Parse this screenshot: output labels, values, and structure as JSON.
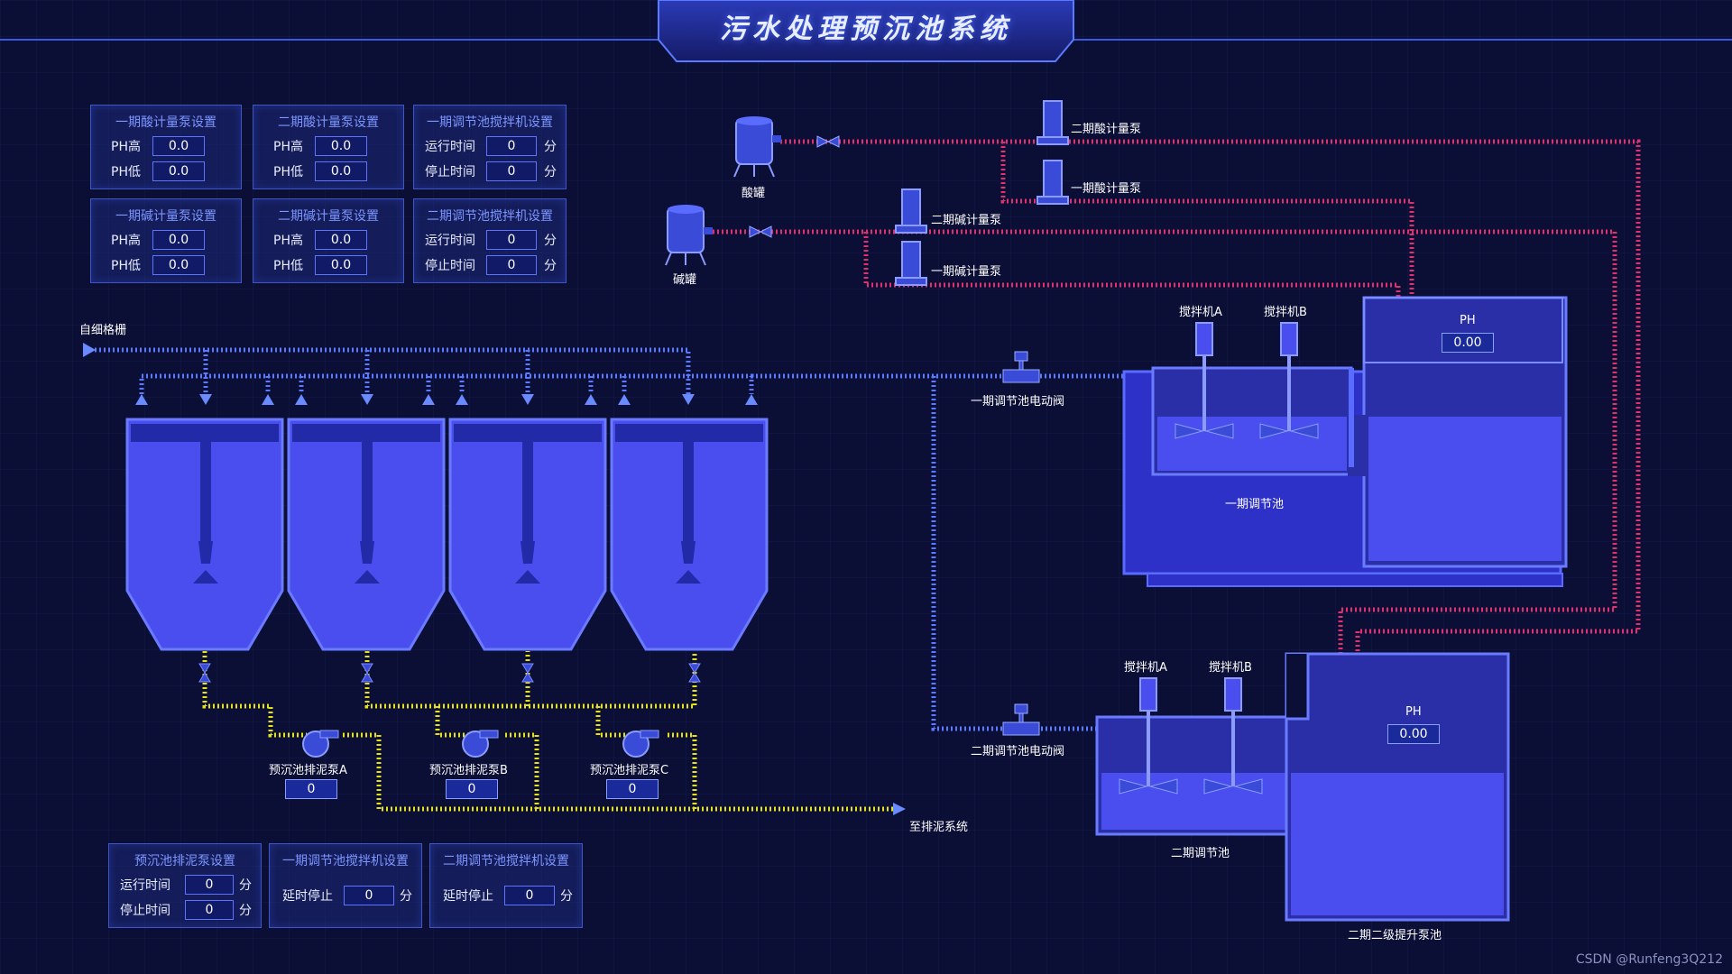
{
  "title": "污水处理预沉池系统",
  "colors": {
    "background": "#0b0e35",
    "tank_fill": "#4a4eee",
    "pipe_blue": "#5a7bff",
    "pipe_red": "#e0306e",
    "pipe_yellow": "#e6e21a",
    "panel_border": "#3f56c8"
  },
  "panels": {
    "acid1": {
      "title": "一期酸计量泵设置",
      "ph_high_label": "PH高",
      "ph_high": "0.0",
      "ph_low_label": "PH低",
      "ph_low": "0.0"
    },
    "acid2": {
      "title": "二期酸计量泵设置",
      "ph_high_label": "PH高",
      "ph_high": "0.0",
      "ph_low_label": "PH低",
      "ph_low": "0.0"
    },
    "mixer1_time": {
      "title": "一期调节池搅拌机设置",
      "run_label": "运行时间",
      "run": "0",
      "stop_label": "停止时间",
      "stop": "0",
      "unit": "分"
    },
    "alkali1": {
      "title": "一期碱计量泵设置",
      "ph_high_label": "PH高",
      "ph_high": "0.0",
      "ph_low_label": "PH低",
      "ph_low": "0.0"
    },
    "alkali2": {
      "title": "二期碱计量泵设置",
      "ph_high_label": "PH高",
      "ph_high": "0.0",
      "ph_low_label": "PH低",
      "ph_low": "0.0"
    },
    "mixer2_time": {
      "title": "二期调节池搅拌机设置",
      "run_label": "运行时间",
      "run": "0",
      "stop_label": "停止时间",
      "stop": "0",
      "unit": "分"
    },
    "sludge_pump": {
      "title": "预沉池排泥泵设置",
      "run_label": "运行时间",
      "run": "0",
      "stop_label": "停止时间",
      "stop": "0",
      "unit": "分"
    },
    "mixer1_delay": {
      "title": "一期调节池搅拌机设置",
      "delay_label": "延时停止",
      "delay": "0",
      "unit": "分"
    },
    "mixer2_delay": {
      "title": "二期调节池搅拌机设置",
      "delay_label": "延时停止",
      "delay": "0",
      "unit": "分"
    }
  },
  "labels": {
    "inlet": "自细格栅",
    "acid_tank": "酸罐",
    "alkali_tank": "碱罐",
    "acid_pump2": "二期酸计量泵",
    "acid_pump1": "一期酸计量泵",
    "alkali_pump2": "二期碱计量泵",
    "alkali_pump1": "一期碱计量泵",
    "valve1": "一期调节池电动阀",
    "valve2": "二期调节池电动阀",
    "mixer_a1": "搅拌机A",
    "mixer_b1": "搅拌机B",
    "mixer_a2": "搅拌机A",
    "mixer_b2": "搅拌机B",
    "tank1": "一期调节池",
    "tank2": "二期调节池",
    "lift_pool": "二期二级提升泵池",
    "ph1_label": "PH",
    "ph1_value": "0.00",
    "ph2_label": "PH",
    "ph2_value": "0.00",
    "pump_a": "预沉池排泥泵A",
    "pump_b": "预沉池排泥泵B",
    "pump_c": "预沉池排泥泵C",
    "pump_a_value": "0",
    "pump_b_value": "0",
    "pump_c_value": "0",
    "to_sludge": "至排泥系统",
    "watermark": "CSDN @Runfeng3Q212"
  }
}
